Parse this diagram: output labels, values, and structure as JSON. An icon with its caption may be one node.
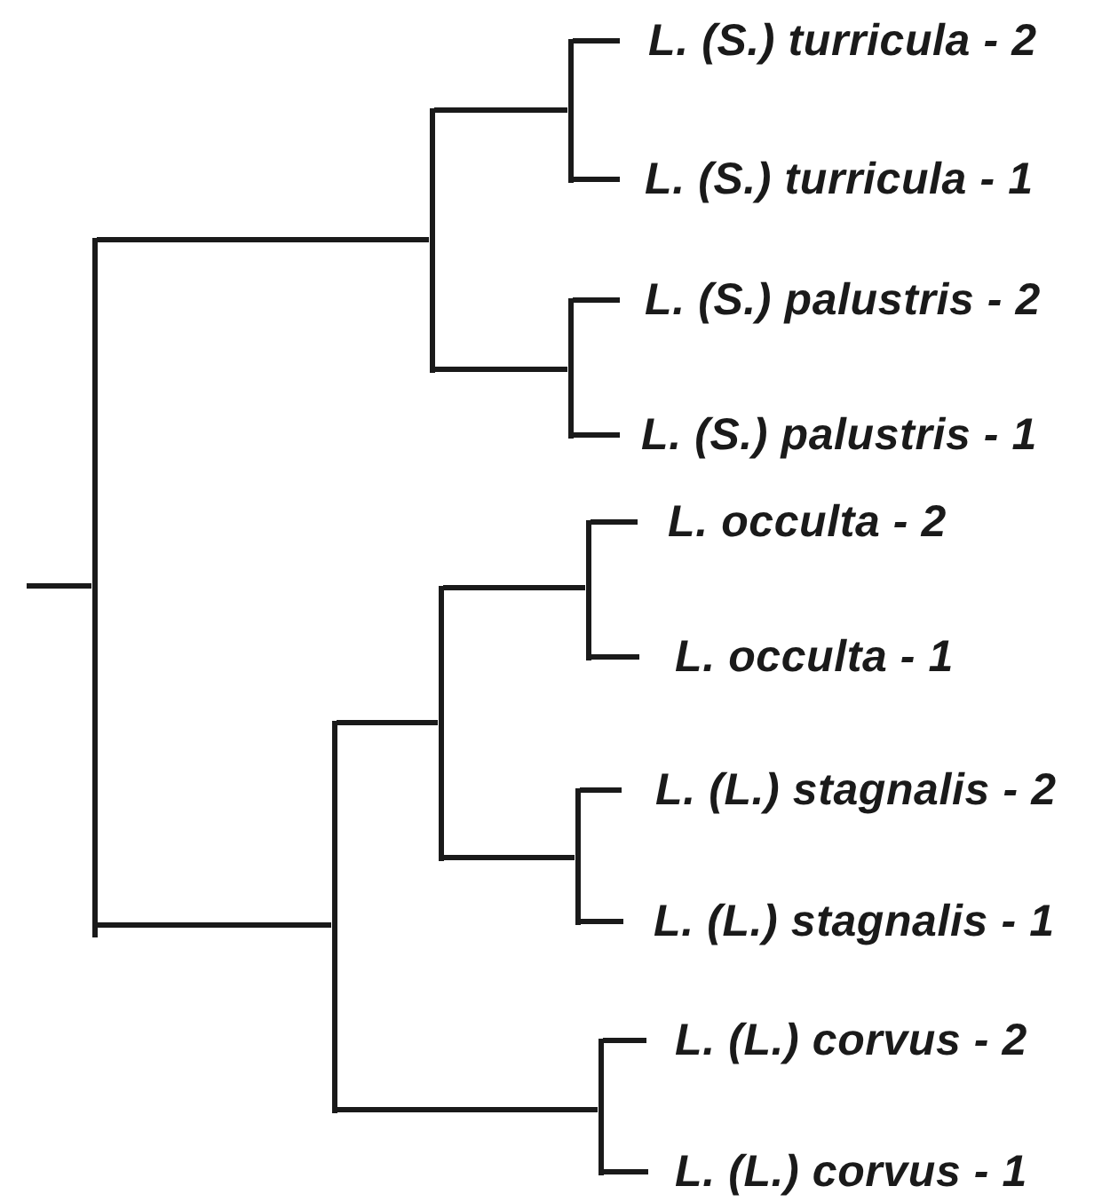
{
  "diagram": {
    "nodes": [
      {
        "text": [
          "L. (S.) turricula - 2"
        ]
      },
      {
        "text": [
          "L. (S.) turricula - 1"
        ]
      },
      {
        "text": [
          "L. (S.) palustris - 2"
        ]
      },
      {
        "text": [
          "L. (S.) palustris - 1"
        ]
      },
      {
        "text": [
          "L. occulta - 2"
        ]
      },
      {
        "text": [
          "L. occulta - 1"
        ]
      },
      {
        "text": [
          "L. (L.) stagnalis - 2"
        ]
      },
      {
        "text": [
          "L. (L.) stagnalis - 1"
        ]
      },
      {
        "text": [
          "L. (L.) corvus - 2"
        ]
      },
      {
        "text": [
          "L. (L.) corvus - 1"
        ]
      },
      {
        "text": [],
        "shape": "bar"
      },
      {
        "text": [],
        "shape": "bar"
      },
      {
        "text": [],
        "shape": "bar"
      },
      {
        "text": [],
        "shape": "bar"
      },
      {
        "text": [],
        "shape": "bar"
      },
      {
        "text": [],
        "shape": "bar"
      },
      {
        "text": [],
        "shape": "bar"
      },
      {
        "text": [],
        "shape": "bar"
      },
      {
        "text": [],
        "shape": "bar"
      }
    ],
    "edges": [
      {
        "from": null,
        "to": 10,
        "arrow": "none"
      },
      {
        "from": 10,
        "to": 11,
        "arrow": "none"
      },
      {
        "from": 10,
        "to": 14,
        "arrow": "none"
      },
      {
        "from": 11,
        "to": 12,
        "arrow": "none"
      },
      {
        "from": 11,
        "to": 13,
        "arrow": "none"
      },
      {
        "from": 12,
        "to": 0,
        "arrow": "none"
      },
      {
        "from": 12,
        "to": 1,
        "arrow": "none"
      },
      {
        "from": 13,
        "to": 2,
        "arrow": "none"
      },
      {
        "from": 13,
        "to": 3,
        "arrow": "none"
      },
      {
        "from": 14,
        "to": 15,
        "arrow": "none"
      },
      {
        "from": 14,
        "to": 18,
        "arrow": "none"
      },
      {
        "from": 15,
        "to": 16,
        "arrow": "none"
      },
      {
        "from": 15,
        "to": 17,
        "arrow": "none"
      },
      {
        "from": 16,
        "to": 4,
        "arrow": "none"
      },
      {
        "from": 16,
        "to": 5,
        "arrow": "none"
      },
      {
        "from": 17,
        "to": 6,
        "arrow": "none"
      },
      {
        "from": 17,
        "to": 7,
        "arrow": "none"
      },
      {
        "from": 18,
        "to": 8,
        "arrow": "none"
      },
      {
        "from": 18,
        "to": 9,
        "arrow": "none"
      }
    ]
  }
}
